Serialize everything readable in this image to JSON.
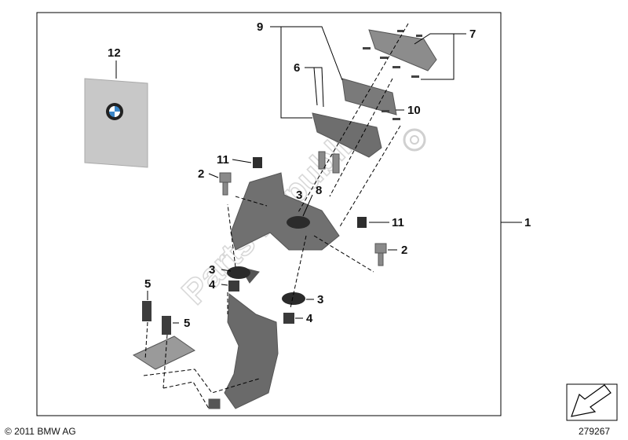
{
  "callouts": {
    "c1": "1",
    "c2a": "2",
    "c2b": "2",
    "c3a": "3",
    "c3b": "3",
    "c3c": "3",
    "c4a": "4",
    "c4b": "4",
    "c5a": "5",
    "c5b": "5",
    "c6": "6",
    "c7": "7",
    "c8": "8",
    "c9": "9",
    "c10": "10",
    "c11a": "11",
    "c11b": "11",
    "c12": "12"
  },
  "footer": {
    "copyright": "© 2011 BMW AG",
    "diagram_id": "279267"
  },
  "watermark": "Parts Republik",
  "colors": {
    "part_dark": "#6e6e6e",
    "part_mid": "#8c8c8c",
    "part_light": "#b8b8b8",
    "manual_cover": "#c8c8c8",
    "logo_blue": "#3a86c8"
  }
}
